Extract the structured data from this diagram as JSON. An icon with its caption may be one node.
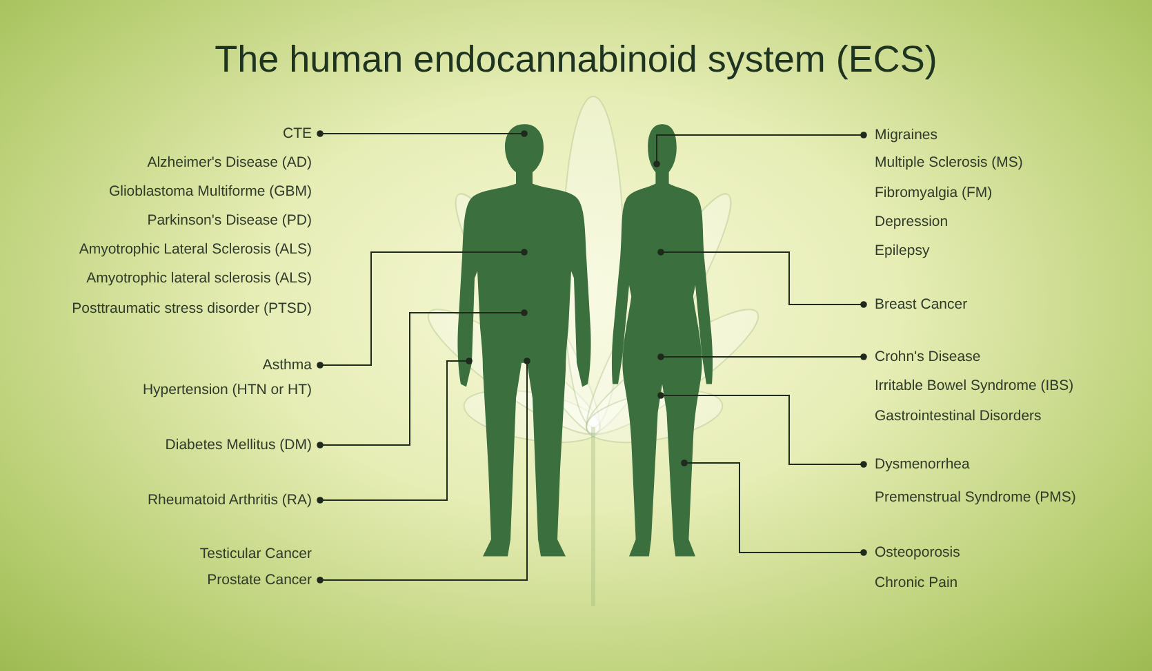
{
  "diagram": {
    "title": "The human endocannabinoid system (ECS)",
    "nodes": [
      {
        "text": [
          "CTE"
        ]
      },
      {
        "text": [
          "Asthma"
        ]
      },
      {
        "text": [
          "Diabetes Mellitus (DM)"
        ]
      },
      {
        "text": [
          "Rheumatoid Arthritis (RA)"
        ]
      },
      {
        "text": [
          "Prostate Cancer"
        ]
      },
      {
        "text": [],
        "shape": "person"
      },
      {
        "text": [],
        "shape": "person"
      },
      {
        "text": [
          "Migraines"
        ]
      },
      {
        "text": [
          "Breast Cancer"
        ]
      },
      {
        "text": [
          "Crohn's Disease"
        ]
      },
      {
        "text": [
          "Dysmenorrhea"
        ]
      },
      {
        "text": [
          "Osteoporosis"
        ]
      }
    ],
    "edges": [
      {
        "from": 0,
        "to": 5,
        "arrow": "other"
      },
      {
        "from": 1,
        "to": 5,
        "arrow": "other"
      },
      {
        "from": 2,
        "to": 5,
        "arrow": "other"
      },
      {
        "from": 3,
        "to": 5,
        "arrow": "other"
      },
      {
        "from": 4,
        "to": 5,
        "arrow": "other"
      },
      {
        "from": 7,
        "to": 6,
        "arrow": "other"
      },
      {
        "from": 8,
        "to": 6,
        "arrow": "other"
      },
      {
        "from": 9,
        "to": 6,
        "arrow": "other"
      },
      {
        "from": 10,
        "to": 6,
        "arrow": "other"
      },
      {
        "from": 11,
        "to": 6,
        "arrow": "other"
      }
    ],
    "labels": [
      "Alzheimer's Disease (AD)",
      "Glioblastoma Multiforme (GBM)",
      "Parkinson's Disease (PD)",
      "Amyotrophic Lateral Sclerosis (ALS)",
      "Amyotrophic lateral sclerosis (ALS)",
      "Posttraumatic stress disorder (PTSD)",
      "Hypertension (HTN or HT)",
      "Testicular Cancer",
      "Multiple Sclerosis (MS)",
      "Fibromyalgia (FM)",
      "Depression",
      "Epilepsy",
      "Irritable Bowel Syndrome (IBS)",
      "Gastrointestinal Disorders",
      "Premenstrual Syndrome (PMS)",
      "Chronic Pain"
    ]
  }
}
